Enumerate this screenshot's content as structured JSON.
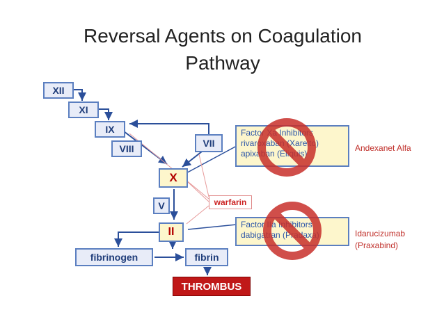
{
  "title": {
    "line1": "Reversal Agents on Coagulation",
    "line2": "Pathway"
  },
  "factors": {
    "xii": "XII",
    "xi": "XI",
    "ix": "IX",
    "viii": "VIII",
    "vii": "VII",
    "x": "X",
    "v": "V",
    "ii": "II",
    "fibrinogen": "fibrinogen",
    "fibrin": "fibrin",
    "thrombus": "THROMBUS",
    "warfarin": "warfarin"
  },
  "inhibitor_xa": {
    "line1": "Factor Xa Inhibitors",
    "line2": "rivaroxaban (Xarelto)",
    "line3": "apixaban (Eliquis)"
  },
  "inhibitor_iia": {
    "line1": "Factor IIa Inhibitors",
    "line2": "dabigatran (Pradaxa)"
  },
  "reversal_agents": {
    "xa": "Andexanet Alfa",
    "iia_line1": "Idarucizumab",
    "iia_line2": "(Praxabind)"
  },
  "colors": {
    "pathway_arrow": "#2b4f9a",
    "warfarin_line": "#e79a9a",
    "prohibition_sign": "#c8302b"
  }
}
